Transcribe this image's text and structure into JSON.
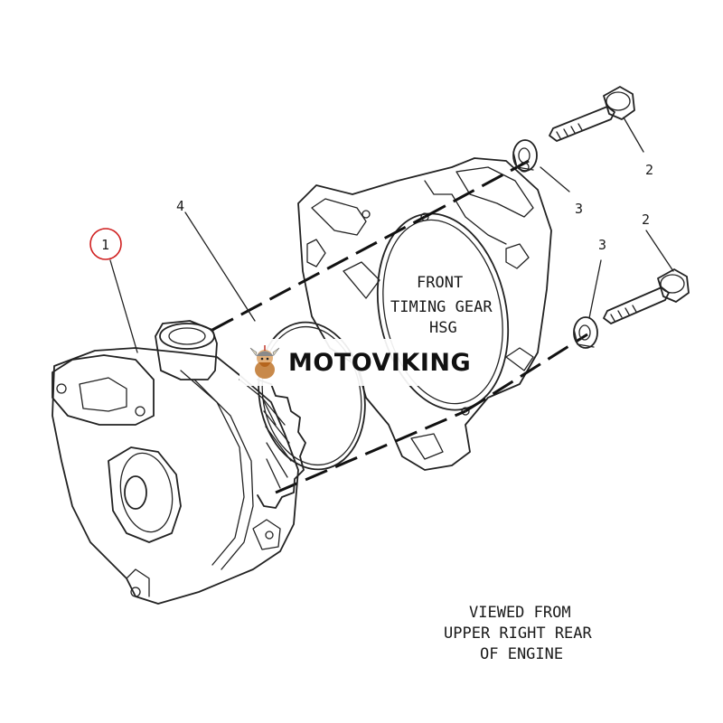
{
  "callouts": {
    "item_1": "1",
    "item_2_upper": "2",
    "item_2_lower": "2",
    "item_3_upper": "3",
    "item_3_lower": "3",
    "item_4": "4"
  },
  "housing_label": {
    "line1": "FRONT",
    "line2": "TIMING GEAR",
    "line3": "HSG"
  },
  "view_caption": {
    "line1": "VIEWED FROM",
    "line2": "UPPER RIGHT REAR",
    "line3": "OF ENGINE"
  },
  "watermark": {
    "text": "MOTOVIKING",
    "icon": "viking-mascot-icon"
  },
  "colors": {
    "line_art": "#222222",
    "highlight_circle": "#d02020",
    "background": "#ffffff"
  }
}
